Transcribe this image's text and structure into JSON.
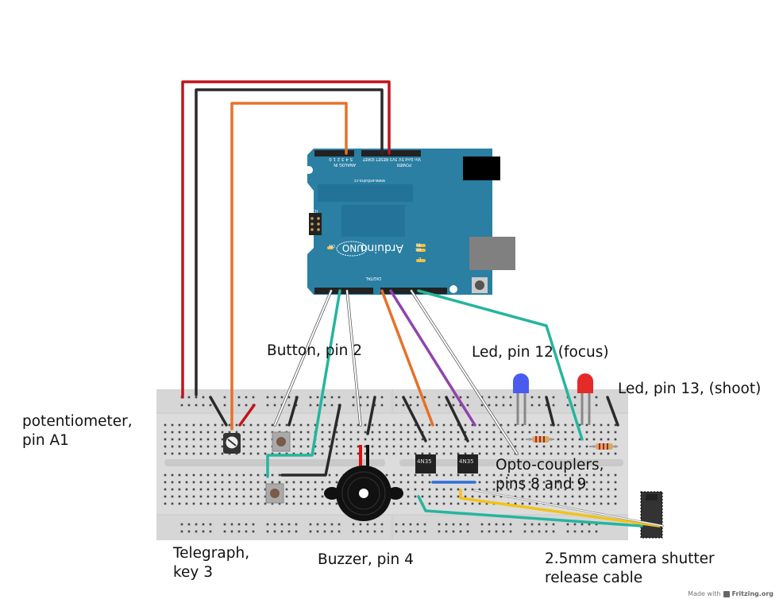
{
  "annotations": {
    "potentiometer": "potentiometer,\npin A1",
    "button": "Button, pin 2",
    "led_focus": "Led, pin 12 (focus)",
    "led_shoot": "Led, pin 13, (shoot)",
    "optocouplers": "Opto-couplers,\npins 8 and 9",
    "telegraph": "Telegraph,\nkey 3",
    "buzzer": "Buzzer, pin 4",
    "cable": "2.5mm camera shutter\nrelease cable"
  },
  "arduino": {
    "brand": "Arduino",
    "model": "UNO",
    "url": "www.arduino.cc",
    "analog_in": "ANALOG IN",
    "analog_pins": "5 4 3 2 1 0",
    "power": "POWER",
    "power_pins": "Vin Gnd 5V 3V3 RESET IOREF",
    "digital": "DIGITAL",
    "icsp": "ICSP",
    "on": "ON",
    "tx": "TX",
    "rx": "RX",
    "l": "L",
    "color": "#2a7fa3"
  },
  "chips": {
    "label": "4N35"
  },
  "wire_colors": {
    "red": "#c0141b",
    "black": "#2a2a2a",
    "orange": "#e8702a",
    "white": "#ffffff",
    "teal": "#25b59e",
    "purple": "#8e44ad",
    "blue": "#2f6ed6",
    "yellow": "#f2c21b"
  },
  "credit": {
    "made_with": "Made with",
    "brand": "Fritzing.org"
  }
}
